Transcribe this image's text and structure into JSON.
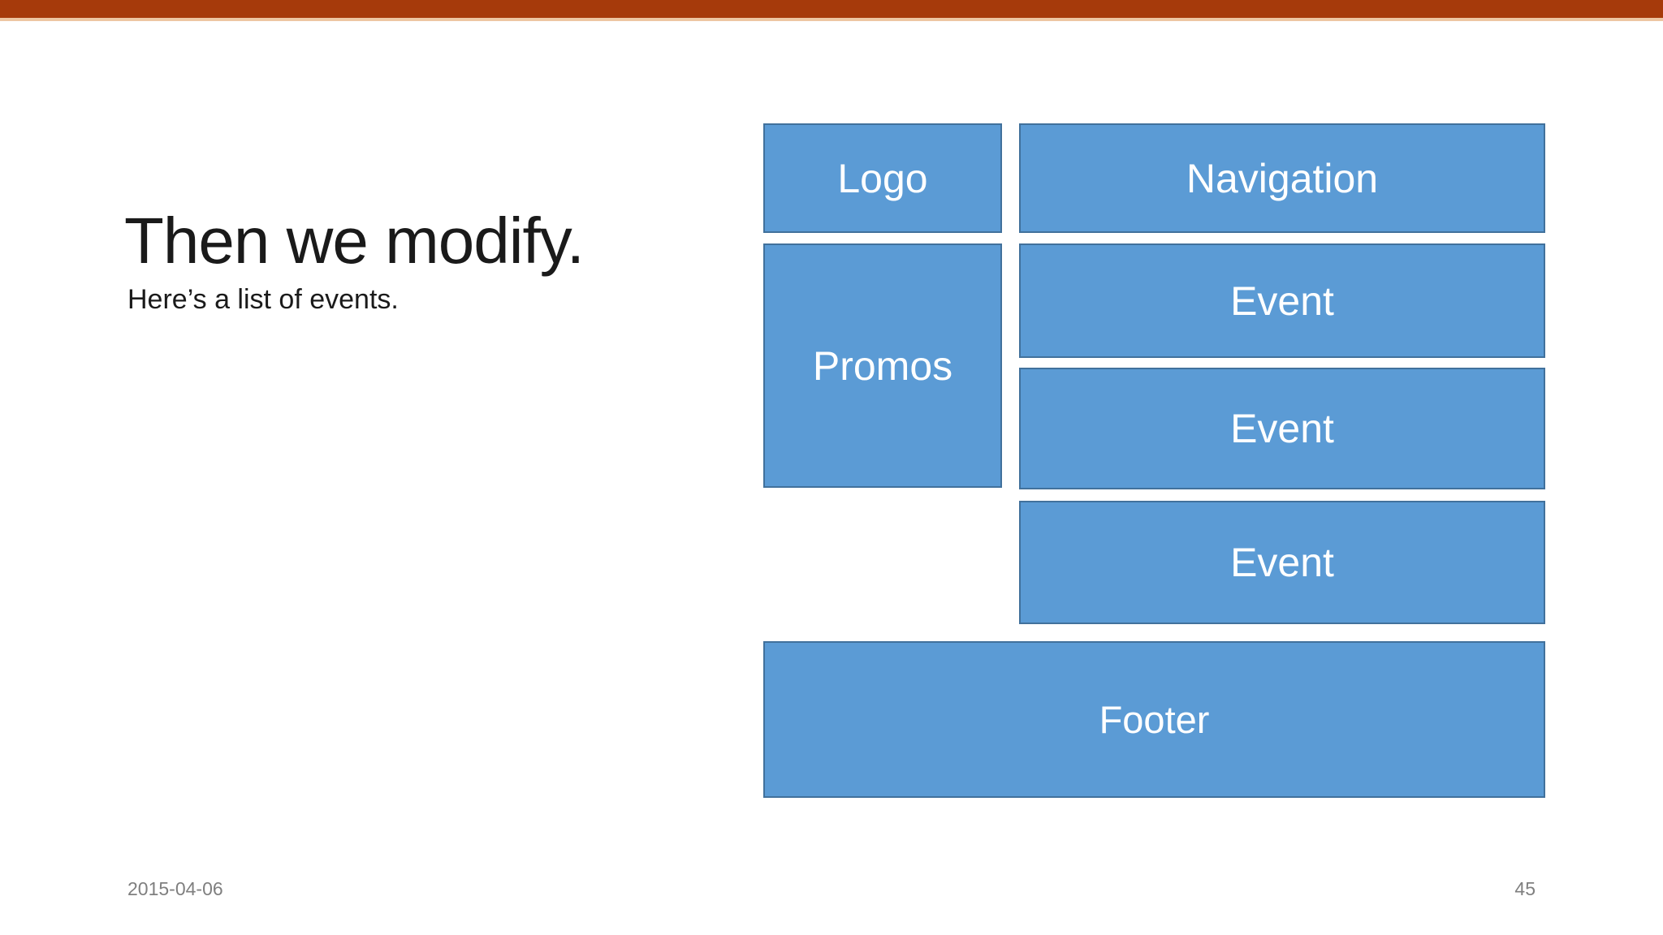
{
  "slide": {
    "title": "Then we modify.",
    "subtitle": "Here’s a list of events.",
    "date": "2015-04-06",
    "page_number": "45"
  },
  "wireframe": {
    "boxes": [
      {
        "id": "logo",
        "label": "Logo"
      },
      {
        "id": "navigation",
        "label": "Navigation"
      },
      {
        "id": "promos",
        "label": "Promos"
      },
      {
        "id": "event-1",
        "label": "Event"
      },
      {
        "id": "event-2",
        "label": "Event"
      },
      {
        "id": "event-3",
        "label": "Event"
      },
      {
        "id": "footer",
        "label": "Footer"
      }
    ],
    "colors": {
      "box_fill": "#5B9BD5",
      "box_border": "#41719C",
      "box_label": "#FFFFFF"
    }
  },
  "theme": {
    "top_bar_color": "#A63A0B",
    "top_bar_underline_color": "#EDC6A2",
    "background_color": "#FFFFFF",
    "text_color": "#1A1A1A",
    "muted_text_color": "#7F7F7F"
  }
}
